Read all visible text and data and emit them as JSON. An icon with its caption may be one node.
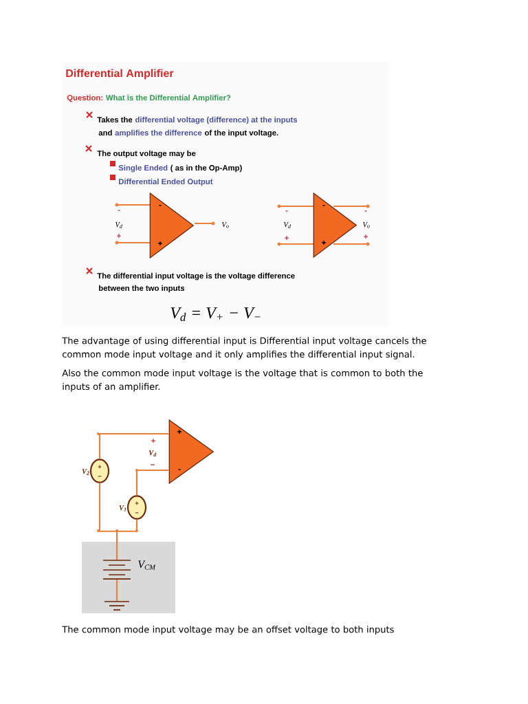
{
  "diagram": {
    "nodes": [
      {
        "text": [
          "-",
          "+"
        ]
      },
      {
        "text": [
          "-",
          "+"
        ]
      },
      {
        "text": [
          "+",
          "-"
        ]
      },
      {
        "text": [
          "+",
          "−"
        ],
        "beside": [
          "V$_{2}$"
        ]
      },
      {
        "text": [
          "+",
          "−"
        ],
        "beside": [
          "V$_{1}$"
        ]
      }
    ],
    "edges": [
      {
        "from": 3,
        "to": 2,
        "arrow": "none"
      },
      {
        "from": 4,
        "to": 2,
        "arrow": "none"
      },
      {
        "from": 3,
        "to": 4,
        "arrow": "none"
      }
    ],
    "labels": [
      "Differential Amplifier",
      "Question:",
      "What is the Differential Amplifier?",
      "Takes the",
      "differential voltage (difference) at the inputs",
      "and",
      "amplifies the difference",
      "of the input voltage.",
      "The output voltage may be",
      "Single Ended",
      "( as in the Op-Amp)",
      "Differential Ended Output",
      "-",
      "V$_{d}$",
      "+",
      "V$_{o}$",
      "-",
      "V$_{d}$",
      "+",
      "-",
      "V$_{o}$",
      "+",
      "The differential input voltage is the voltage difference",
      "between the two inputs",
      "V$_{d}$ = V$_{+}$ − V$_{−}$",
      "The advantage of using differential input is Differential input voltage cancels the common mode input voltage and it only amplifies the differential input signal.",
      "Also the common mode input voltage is the voltage that is common to both the inputs of an amplifier.",
      "+",
      "V$_{d}$",
      "–",
      "V$_{CM}$",
      "The common mode input voltage may be an offset voltage to both inputs"
    ]
  }
}
